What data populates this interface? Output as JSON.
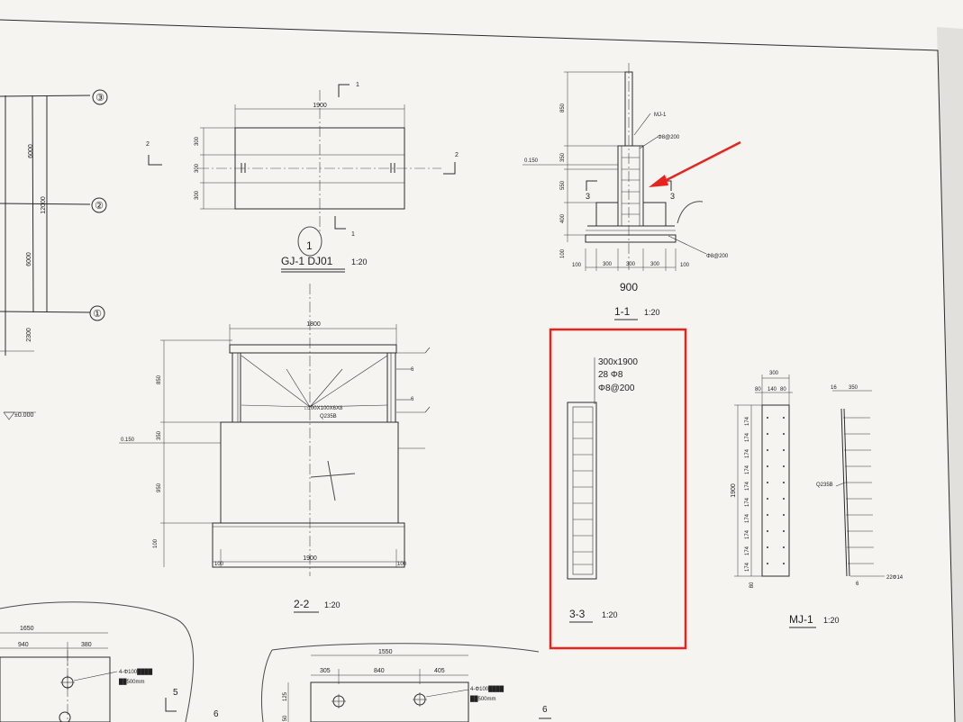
{
  "plan": {
    "grid": [
      "③",
      "②",
      "①"
    ],
    "dims": [
      "6000",
      "12000",
      "6000",
      "2300"
    ],
    "elevation": "±0.000"
  },
  "gj1": {
    "title": "GJ-1  DJ01",
    "circled_mark": "1",
    "scale": "1:20",
    "width": "1900",
    "heights": [
      "300",
      "300",
      "300"
    ],
    "section1_no": "1",
    "section2_no": "2"
  },
  "s11": {
    "title": "1-1",
    "scale": "1:20",
    "heights": [
      "850",
      "350",
      "550",
      "400",
      "100"
    ],
    "elev": "0.150",
    "mj_label": "MJ-1",
    "rebar_top": "Φ8@200",
    "rebar_bottom": "Φ8@200",
    "bottom_dims": [
      "100",
      "300",
      "300",
      "300",
      "100"
    ],
    "section3_no": "3",
    "handwritten_total": "900"
  },
  "s22": {
    "title": "2-2",
    "scale": "1:20",
    "top_width": "1800",
    "bottom_width": "1900",
    "heights": [
      "850",
      "350",
      "950",
      "100"
    ],
    "elev": "0.150",
    "steel_spec": "□100X100X6X8",
    "steel_grade": "Q235B",
    "weld1": "6",
    "weld2": "6",
    "side_dims": [
      "100",
      "100"
    ]
  },
  "s33": {
    "title": "3-3",
    "scale": "1:20",
    "spec1": "300x1900",
    "spec2": "28 Φ8",
    "spec3": "Φ8@200"
  },
  "mj1": {
    "title": "MJ-1",
    "scale": "1:20",
    "width": "300",
    "sub_widths": [
      "80",
      "140",
      "80"
    ],
    "height": "1900",
    "spacing": "174",
    "end_dim": "80",
    "right_top_dims": [
      "16",
      "350"
    ],
    "grade": "Q235B",
    "bar_spec": "22Φ14",
    "weld": "6"
  },
  "bottom_left": {
    "total": "1650",
    "parts": [
      "940",
      "380"
    ],
    "anchor_note1": "4-Φ100████",
    "anchor_note2": "██500mm",
    "mark": "5"
  },
  "bottom_mid": {
    "total": "1550",
    "parts": [
      "305",
      "840",
      "405"
    ],
    "anchor_note1": "4-Φ100████",
    "anchor_note2": "██500mm",
    "left_dims": [
      "125",
      "50"
    ],
    "mark_left": "6",
    "mark_right": "6"
  },
  "colors": {
    "paper": "#f6f5f2",
    "ink": "#2b2b2b",
    "highlight": "#e8231e"
  }
}
